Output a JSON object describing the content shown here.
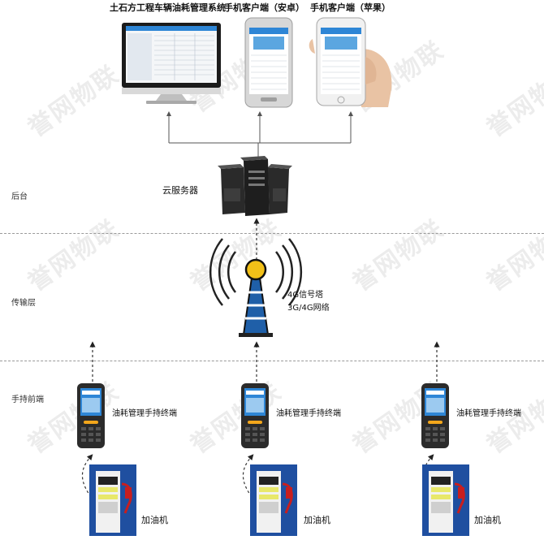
{
  "titles": {
    "pc_system": "土石方工程车辆油耗管理系统",
    "android": "手机客户端（安卓）",
    "iphone": "手机客户端（苹果）"
  },
  "layers": {
    "backend": "后台",
    "transport": "传输层",
    "handheld": "手持前端"
  },
  "cloud": {
    "label": "云服务器"
  },
  "tower": {
    "line1": "4G信号塔",
    "line2": "3G/4G网络"
  },
  "terminals": [
    {
      "label": "油耗管理手持终端"
    },
    {
      "label": "油耗管理手持终端"
    },
    {
      "label": "油耗管理手持终端"
    }
  ],
  "dispensers": [
    {
      "label": "加油机"
    },
    {
      "label": "加油机"
    },
    {
      "label": "加油机"
    }
  ],
  "watermark": "誉网物联",
  "colors": {
    "screen_blue": "#2e86d6",
    "dispenser_blue": "#1f4fa0",
    "tower_yellow": "#f2c018",
    "tower_blue": "#1f5fa8"
  }
}
